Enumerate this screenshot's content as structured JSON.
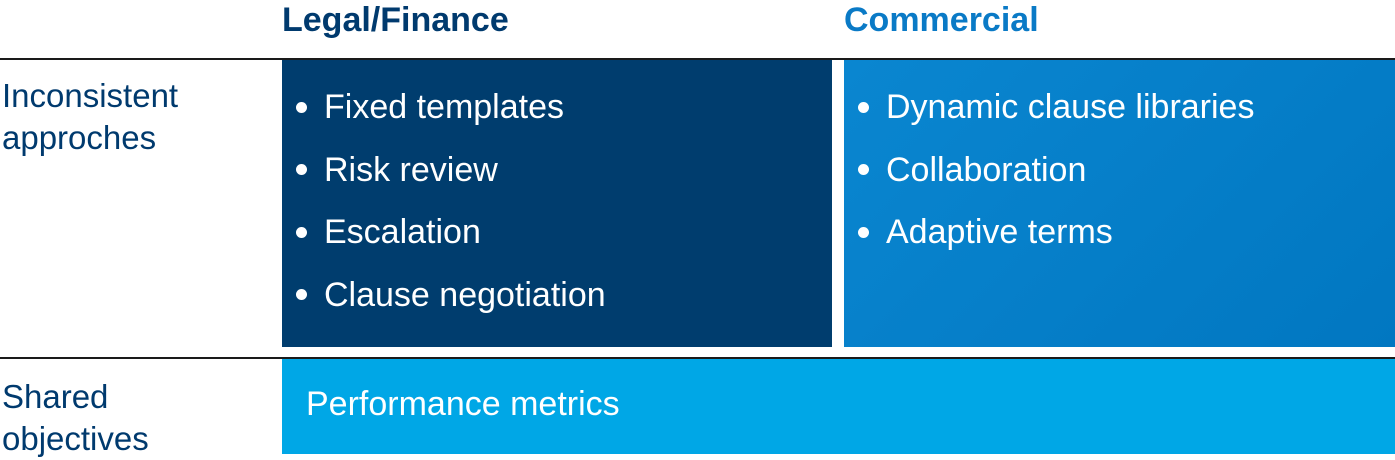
{
  "columns": {
    "legal": "Legal/Finance",
    "commercial": "Commercial"
  },
  "rows": {
    "inconsistent": [
      "Inconsistent",
      "approches"
    ],
    "shared": [
      "Shared",
      "objectives"
    ]
  },
  "legal_items": [
    "Fixed templates",
    "Risk review",
    "Escalation",
    "Clause negotiation"
  ],
  "commercial_items": [
    "Dynamic clause libraries",
    "Collaboration",
    "Adaptive terms"
  ],
  "shared_box": "Performance metrics",
  "colors": {
    "navy": "#003d6e",
    "mid_blue": "#0a86d0",
    "light_blue": "#00a7e6",
    "label_text": "#003a6e"
  }
}
